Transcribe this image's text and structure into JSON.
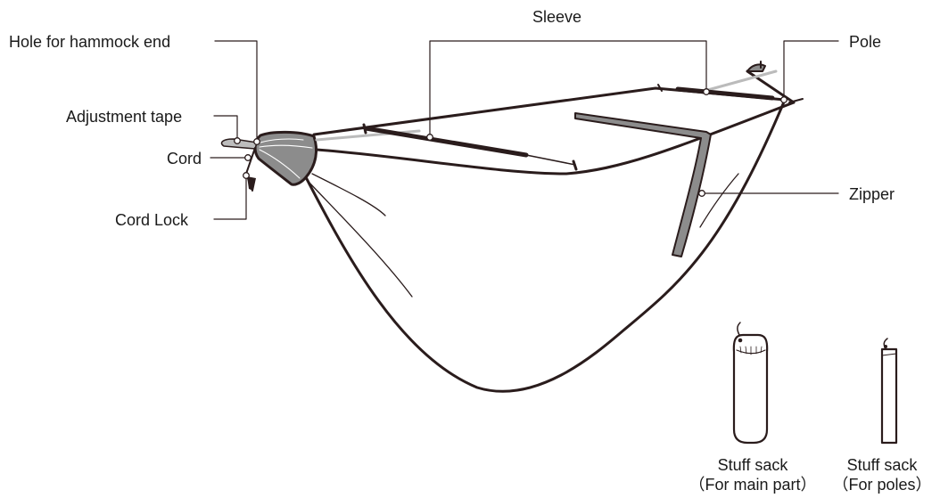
{
  "labels": {
    "sleeve": "Sleeve",
    "pole": "Pole",
    "hole_for_hammock_end": "Hole for hammock end",
    "adjustment_tape": "Adjustment tape",
    "cord": "Cord",
    "cord_lock": "Cord Lock",
    "zipper": "Zipper"
  },
  "stuff_sacks": [
    {
      "title": "Stuff sack",
      "subtitle": "（For main part）"
    },
    {
      "title": "Stuff sack",
      "subtitle": "（For poles）"
    }
  ]
}
